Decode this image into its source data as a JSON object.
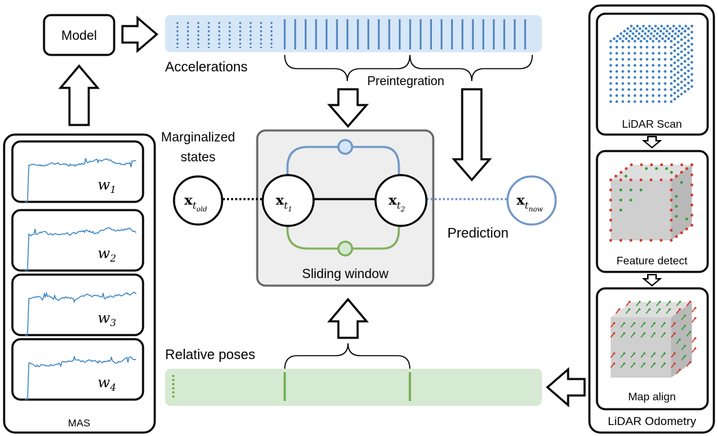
{
  "model": {
    "label": "Model"
  },
  "accelerations": {
    "label": "Accelerations"
  },
  "preintegration": {
    "label": "Preintegration"
  },
  "marginalized": {
    "line1": "Marginalized",
    "line2": "states"
  },
  "nodes": {
    "x_old": {
      "base": "x",
      "sub": "t",
      "subsub": "old"
    },
    "x_t1": {
      "base": "x",
      "sub": "t",
      "subsub": "1"
    },
    "x_t2": {
      "base": "x",
      "sub": "t",
      "subsub": "2"
    },
    "x_now": {
      "base": "x",
      "sub": "t",
      "subsub": "now"
    }
  },
  "sliding_window": {
    "label": "Sliding window"
  },
  "prediction": {
    "label": "Prediction"
  },
  "relative_poses": {
    "label": "Relative poses"
  },
  "mas": {
    "label": "MAS",
    "weights": [
      {
        "base": "w",
        "sub": "1"
      },
      {
        "base": "w",
        "sub": "2"
      },
      {
        "base": "w",
        "sub": "3"
      },
      {
        "base": "w",
        "sub": "4"
      }
    ]
  },
  "lidar": {
    "label": "LiDAR Odometry",
    "panels": [
      "LiDAR Scan",
      "Feature detect",
      "Map align"
    ]
  },
  "colors": {
    "accel_band": "#d5e6f7",
    "accel_tick": "#4f81bd",
    "pose_band": "#d6e9d2",
    "pose_tick": "#6aaa4c",
    "blue_edge": "#6f97c8",
    "green_edge": "#7fb05e",
    "signal": "#2e7dc0",
    "window_fill": "#eeeeee",
    "cube_fill": "#cfcfcf",
    "red_point": "#d23a2a",
    "green_point": "#3a9a3a"
  }
}
